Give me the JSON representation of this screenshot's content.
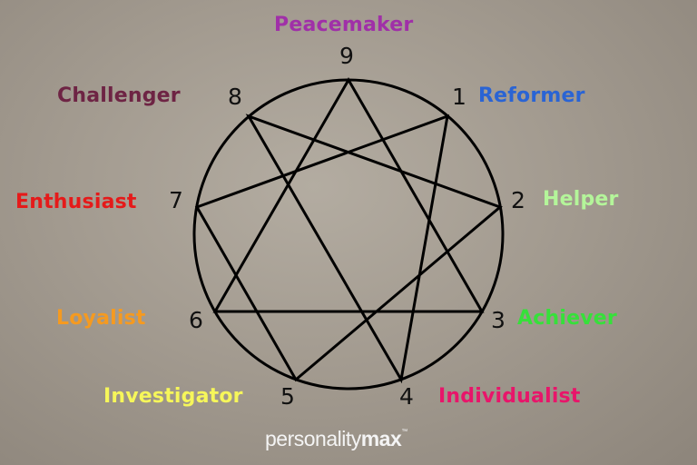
{
  "types": [
    {
      "number": "9",
      "name": "Peacemaker",
      "color": "#a030a8"
    },
    {
      "number": "1",
      "name": "Reformer",
      "color": "#2a64d4"
    },
    {
      "number": "2",
      "name": "Helper",
      "color": "#b4f59a"
    },
    {
      "number": "3",
      "name": "Achiever",
      "color": "#36e03a"
    },
    {
      "number": "4",
      "name": "Individualist",
      "color": "#e8156a"
    },
    {
      "number": "5",
      "name": "Investigator",
      "color": "#f6f65a"
    },
    {
      "number": "6",
      "name": "Loyalist",
      "color": "#f59a20"
    },
    {
      "number": "7",
      "name": "Enthusiast",
      "color": "#e51a1a"
    },
    {
      "number": "8",
      "name": "Challenger",
      "color": "#6e2444"
    }
  ],
  "logo": {
    "light": "personality",
    "bold": "max",
    "mark": "™"
  }
}
